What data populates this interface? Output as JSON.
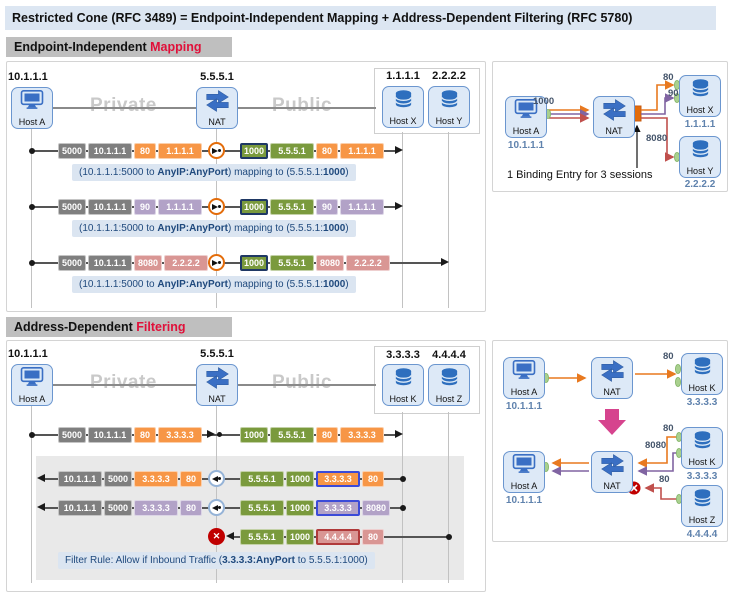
{
  "title": "Restricted Cone (RFC 3489) = Endpoint-Independent Mapping + Address-Dependent Filtering (RFC 5780)",
  "icons": {
    "block": "✕"
  },
  "palette": {
    "accent_red": "#e0103a",
    "packet_gray": "#7f7f7f",
    "packet_orange": "#f79646",
    "packet_green": "#7a9a3d",
    "packet_purple": "#b2a2c7",
    "packet_pink": "#d99694",
    "map_port_border": "#1f3864",
    "filter_match_border": "#3b4bd8",
    "blocked_border": "#b03a3a",
    "caption_bg": "#dbe5f1",
    "caption_text": "#1f497d",
    "nat_ring": "#e36c0a",
    "allow_ring": "#95b3d7",
    "block_red": "#c00000",
    "session_orange": "#e8791f",
    "session_purple": "#8064a2",
    "session_red": "#c0504d",
    "pink_arrow": "#d6448e"
  },
  "mapping": {
    "header": {
      "plain": "Endpoint-Independent ",
      "accent": "Mapping"
    },
    "private_label": "Private",
    "public_label": "Public",
    "host_a": {
      "ip": "10.1.1.1",
      "name": "Host A"
    },
    "nat": {
      "ip": "5.5.5.1",
      "name": "NAT"
    },
    "host_x": {
      "ip": "1.1.1.1",
      "name": "Host X"
    },
    "host_y": {
      "ip": "2.2.2.2",
      "name": "Host Y"
    },
    "rows": [
      {
        "left": [
          "5000",
          "10.1.1.1",
          "80",
          "1.1.1.1"
        ],
        "right": [
          "1000",
          "5.5.5.1",
          "80",
          "1.1.1.1"
        ]
      },
      {
        "left": [
          "5000",
          "10.1.1.1",
          "90",
          "1.1.1.1"
        ],
        "right": [
          "1000",
          "5.5.5.1",
          "90",
          "1.1.1.1"
        ]
      },
      {
        "left": [
          "5000",
          "10.1.1.1",
          "8080",
          "2.2.2.2"
        ],
        "right": [
          "1000",
          "5.5.5.1",
          "8080",
          "2.2.2.2"
        ]
      }
    ],
    "caption": {
      "pre": "(10.1.1.1:5000 to ",
      "bold1": "AnyIP:AnyPort",
      "mid": ") mapping to (5.5.5.1:",
      "bold2": "1000",
      "post": ")"
    },
    "mini": {
      "port_out": "1000",
      "port_x1": "80",
      "port_x2": "90",
      "port_y": "8080",
      "note": "1 Binding Entry for 3 sessions"
    }
  },
  "filtering": {
    "header": {
      "plain": "Address-Dependent ",
      "accent": "Filtering"
    },
    "private_label": "Private",
    "public_label": "Public",
    "host_a": {
      "ip": "10.1.1.1",
      "name": "Host A"
    },
    "nat": {
      "ip": "5.5.5.1",
      "name": "NAT"
    },
    "host_k": {
      "ip": "3.3.3.3",
      "name": "Host K"
    },
    "host_z": {
      "ip": "4.4.4.4",
      "name": "Host Z"
    },
    "rows": [
      {
        "left": [
          "5000",
          "10.1.1.1",
          "80",
          "3.3.3.3"
        ],
        "right": [
          "1000",
          "5.5.5.1",
          "80",
          "3.3.3.3"
        ]
      },
      {
        "left": [
          "10.1.1.1",
          "5000",
          "3.3.3.3",
          "80"
        ],
        "right": [
          "5.5.5.1",
          "1000",
          "3.3.3.3",
          "80"
        ]
      },
      {
        "left": [
          "10.1.1.1",
          "5000",
          "3.3.3.3",
          "80"
        ],
        "right": [
          "5.5.5.1",
          "1000",
          "3.3.3.3",
          "8080"
        ]
      },
      {
        "right": [
          "5.5.5.1",
          "1000",
          "4.4.4.4",
          "80"
        ]
      }
    ],
    "caption": {
      "pre": "Filter Rule: Allow if Inbound Traffic (",
      "bold1": "3.3.3.3:AnyPort",
      "post": " to 5.5.5.1:1000)"
    },
    "mini": {
      "allowed_port": "80",
      "inbound_k1": "80",
      "inbound_k2": "8080",
      "blocked_z": "80"
    }
  }
}
